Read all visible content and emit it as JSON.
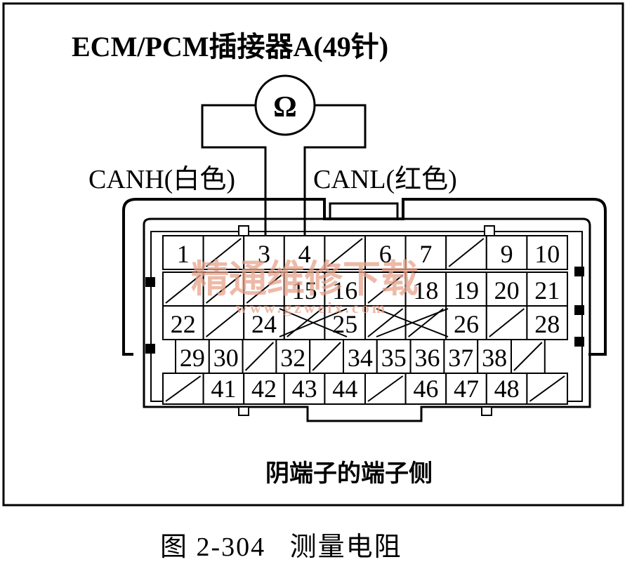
{
  "title": "ECM/PCM插接器A(49针)",
  "meter_symbol": "Ω",
  "canh_label": "CANH(白色)",
  "canl_label": "CANL(红色)",
  "pins": [
    [
      "1",
      "",
      "3",
      "4",
      "",
      "6",
      "7",
      "",
      "9",
      "10"
    ],
    [
      "",
      "",
      "",
      "15",
      "16",
      "",
      "18",
      "19",
      "20",
      "21"
    ],
    [
      "22",
      "",
      "24",
      "",
      "25",
      "",
      "",
      "26",
      "",
      "28"
    ],
    [
      "29",
      "30",
      "",
      "32",
      "",
      "34",
      "35",
      "36",
      "37",
      "38",
      ""
    ],
    [
      "",
      "41",
      "42",
      "43",
      "44",
      "",
      "46",
      "47",
      "48",
      ""
    ]
  ],
  "side_label": "阴端子的端子侧",
  "caption": "图 2-304   测量电阻",
  "watermark": "精通维修下载",
  "watermark_url": "www.gzweix.com"
}
